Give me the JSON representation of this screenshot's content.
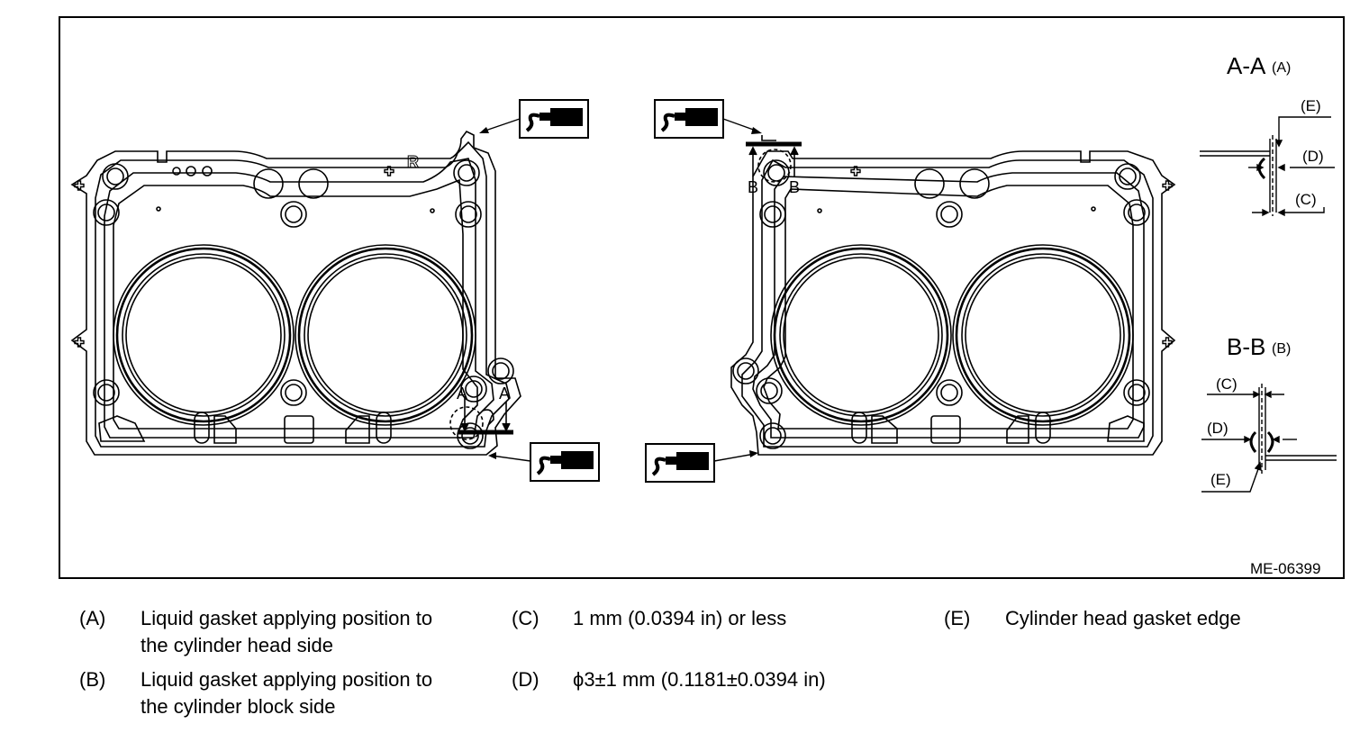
{
  "figure": {
    "figure_id": "ME-06399",
    "section_a_title": "A-A",
    "section_a_ref": "(A)",
    "section_b_title": "B-B",
    "section_b_ref": "(B)",
    "marker_a": "A",
    "marker_b": "B",
    "gasket_mark": "R",
    "callout_c": "(C)",
    "callout_d": "(D)",
    "callout_e": "(E)",
    "sealant_icon": "liquid-gasket-tube-icon"
  },
  "legend": {
    "a_key": "(A)",
    "a_line1": "Liquid gasket applying position to",
    "a_line2": "the cylinder head side",
    "b_key": "(B)",
    "b_line1": "Liquid gasket applying position to",
    "b_line2": "the cylinder block side",
    "c_key": "(C)",
    "c_text": "1 mm (0.0394 in) or less",
    "d_key": "(D)",
    "d_text": "ϕ3±1 mm (0.1181±0.0394 in)",
    "e_key": "(E)",
    "e_text": "Cylinder head gasket edge"
  }
}
